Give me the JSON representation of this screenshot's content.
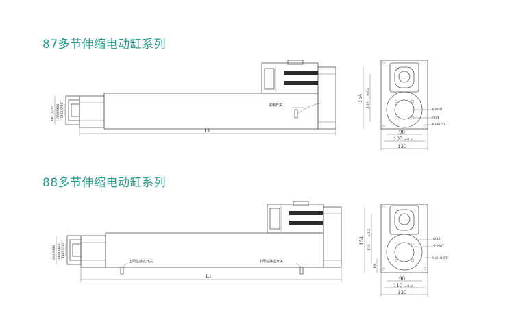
{
  "section1": {
    "title": "87多节伸缩电动缸系列",
    "labels": {
      "d_outer": "Ø87/Ø80",
      "d_mid": "Ø68/Ø60",
      "d_inner": "Ø45/Ø40",
      "switch": "磁电开关",
      "length": "L1"
    },
    "end": {
      "h_total": "154",
      "h_center": "130",
      "h_center_tol": "±0.2",
      "bolt": "4-M8T",
      "pilot": "Ø54",
      "holes": "4-Ø8.5T",
      "w1": "90",
      "w2": "105",
      "w2_tol": "±0.2",
      "w3": "130"
    }
  },
  "section2": {
    "title": "88多节伸缩电动缸系列",
    "labels": {
      "d_outer": "Ø88/Ø80",
      "d_mid": "Ø68/Ø60",
      "d_inner": "Ø48/Ø40",
      "upper_switch": "上限位感应开关",
      "lower_switch": "下限位感应开关",
      "length": "L1"
    },
    "end": {
      "h_total": "154",
      "h_center": "130",
      "h_center_tol": "±0.2",
      "pilot": "Ø55",
      "bolt": "4-M8T",
      "holes": "4-Ø10.5T",
      "side": "14",
      "w1": "90",
      "w2": "110",
      "w2_tol": "±0.2",
      "w3": "130"
    }
  }
}
